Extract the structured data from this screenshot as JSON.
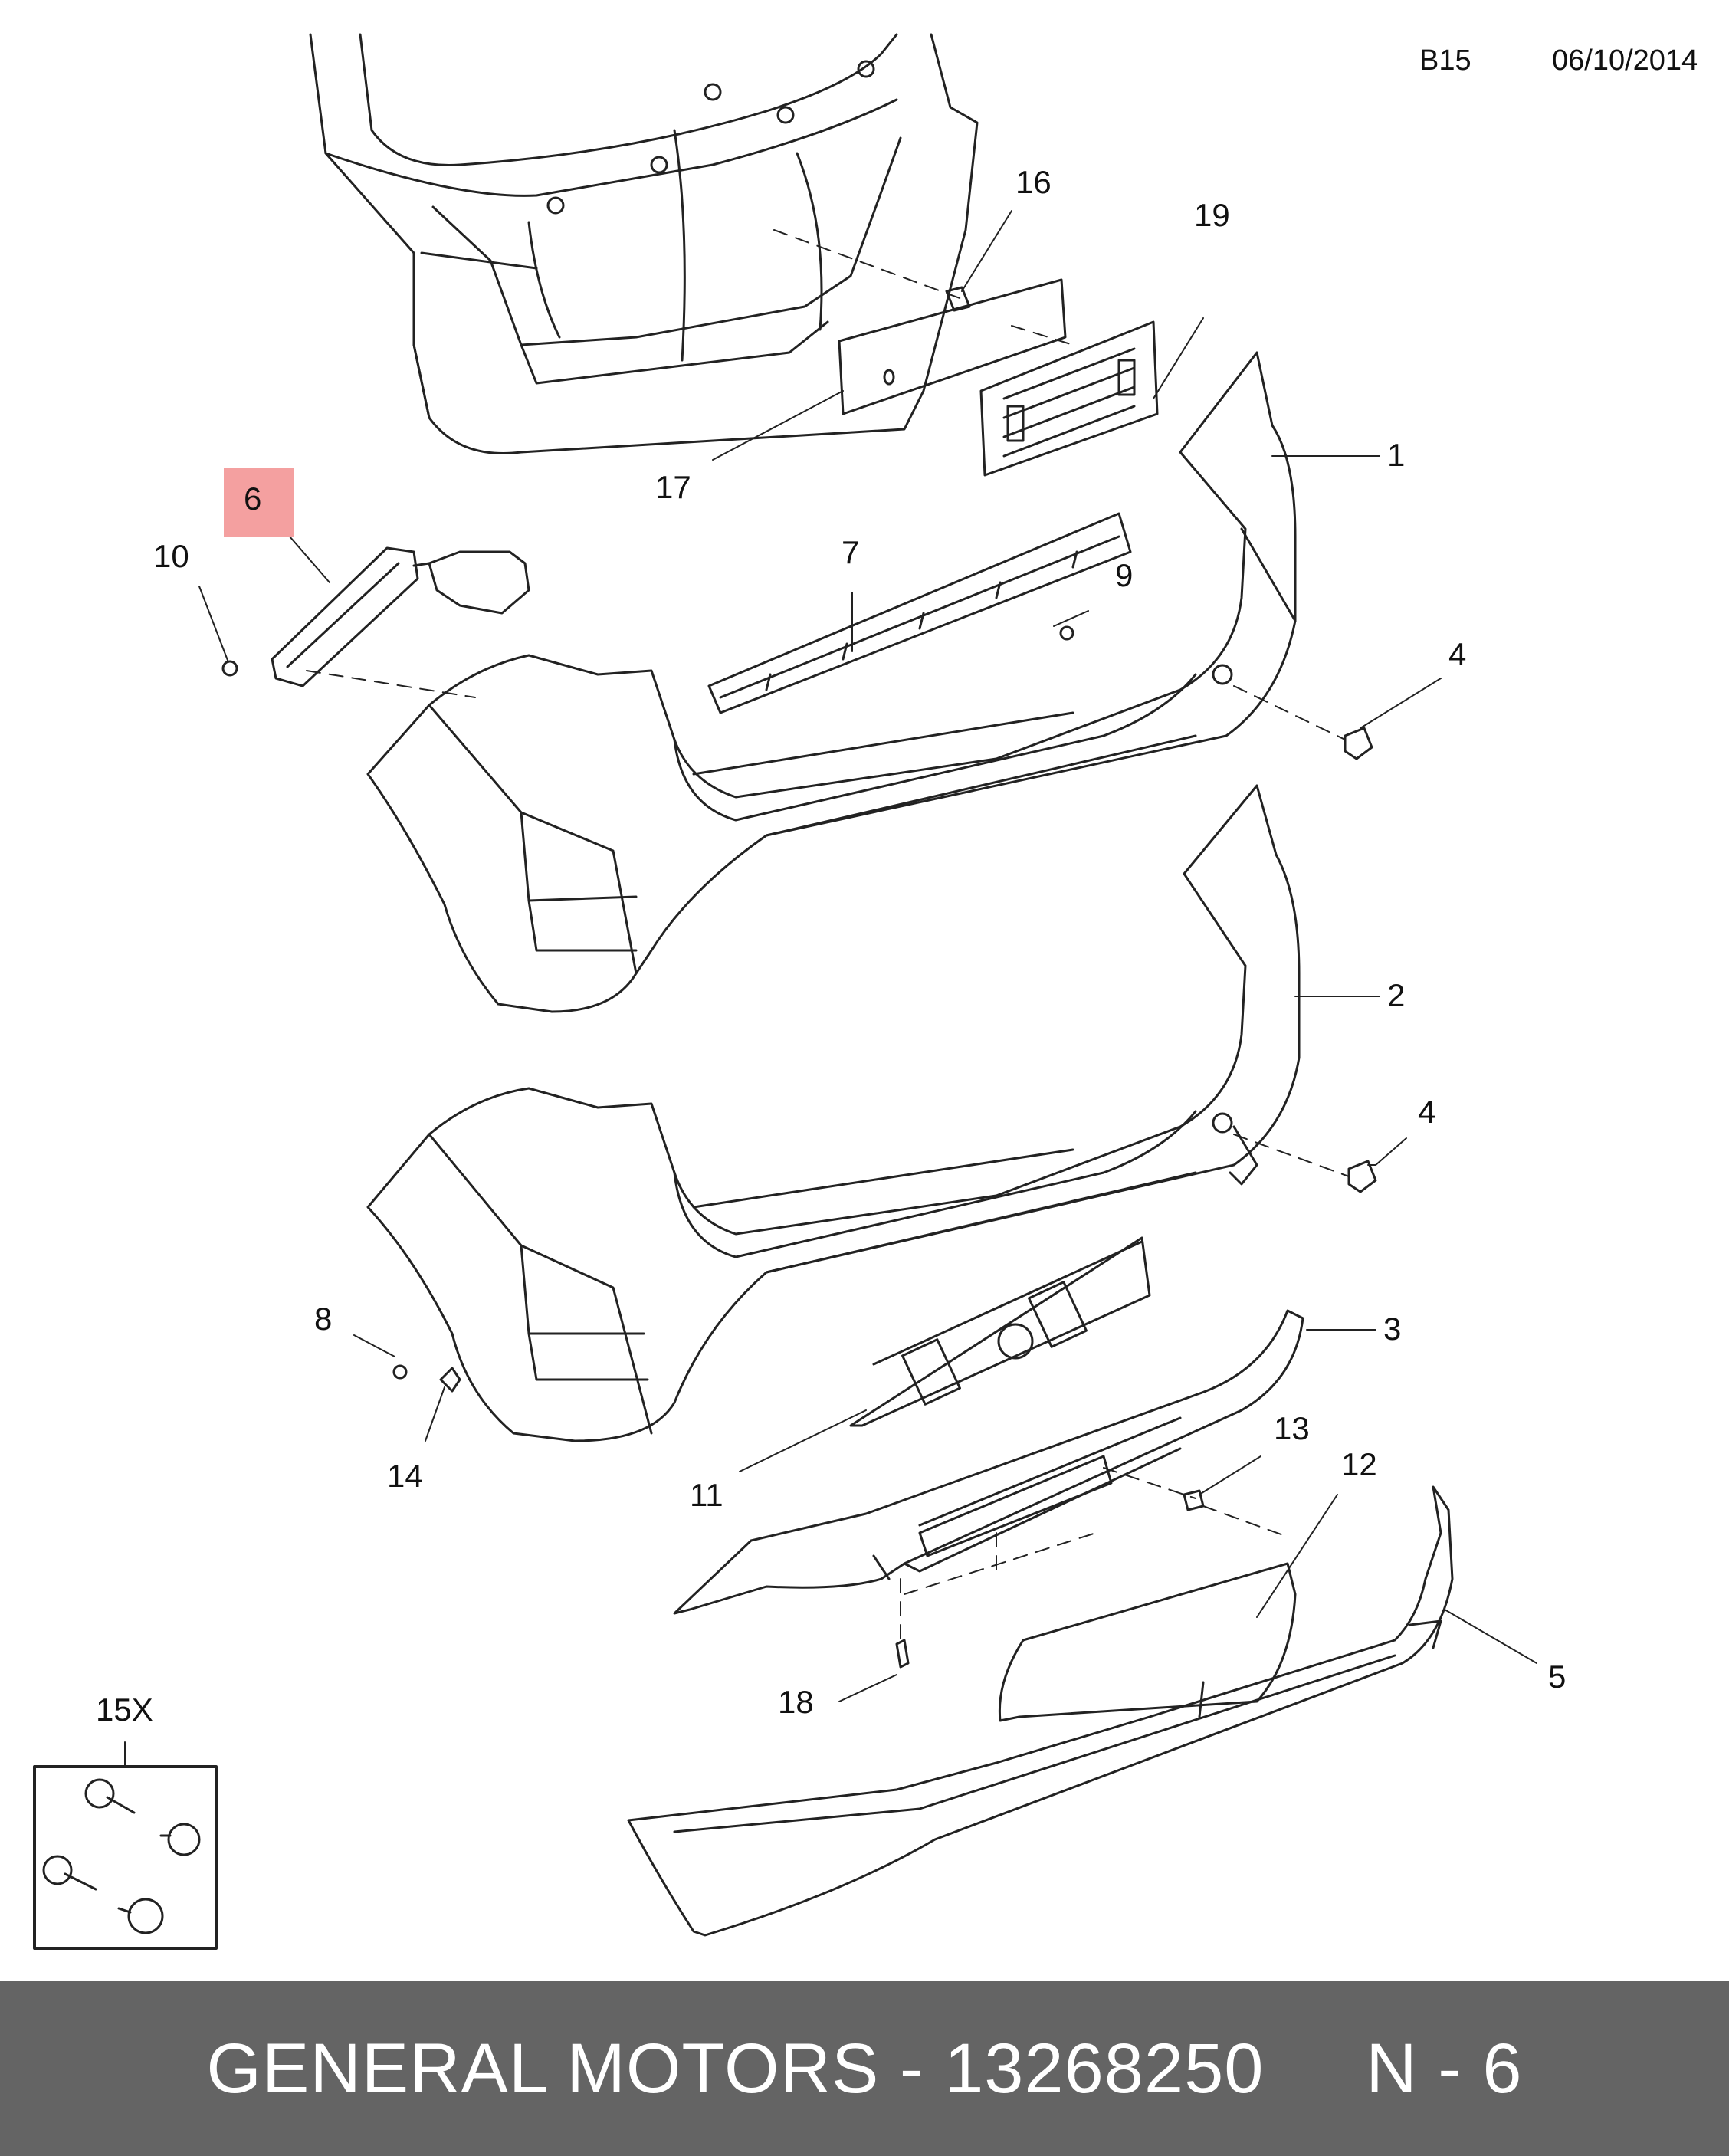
{
  "header": {
    "diagram_code": "B15",
    "date": "06/10/2014"
  },
  "callouts": [
    {
      "id": "c1",
      "label": "1"
    },
    {
      "id": "c2",
      "label": "2"
    },
    {
      "id": "c3",
      "label": "3"
    },
    {
      "id": "c4a",
      "label": "4"
    },
    {
      "id": "c4b",
      "label": "4"
    },
    {
      "id": "c5",
      "label": "5"
    },
    {
      "id": "c6",
      "label": "6",
      "highlighted": true
    },
    {
      "id": "c7",
      "label": "7"
    },
    {
      "id": "c8",
      "label": "8"
    },
    {
      "id": "c9",
      "label": "9"
    },
    {
      "id": "c10",
      "label": "10"
    },
    {
      "id": "c11",
      "label": "11"
    },
    {
      "id": "c12",
      "label": "12"
    },
    {
      "id": "c13",
      "label": "13"
    },
    {
      "id": "c14",
      "label": "14"
    },
    {
      "id": "c15",
      "label": "15X"
    },
    {
      "id": "c16",
      "label": "16"
    },
    {
      "id": "c17",
      "label": "17"
    },
    {
      "id": "c18",
      "label": "18"
    },
    {
      "id": "c19",
      "label": "19"
    }
  ],
  "colors": {
    "highlight": "#f4a0a0",
    "footer_bg": "#646464",
    "line": "#222222"
  },
  "footer": {
    "brand": "GENERAL MOTORS",
    "separator": "-",
    "part_number": "13268250",
    "ref": "N - 6"
  }
}
